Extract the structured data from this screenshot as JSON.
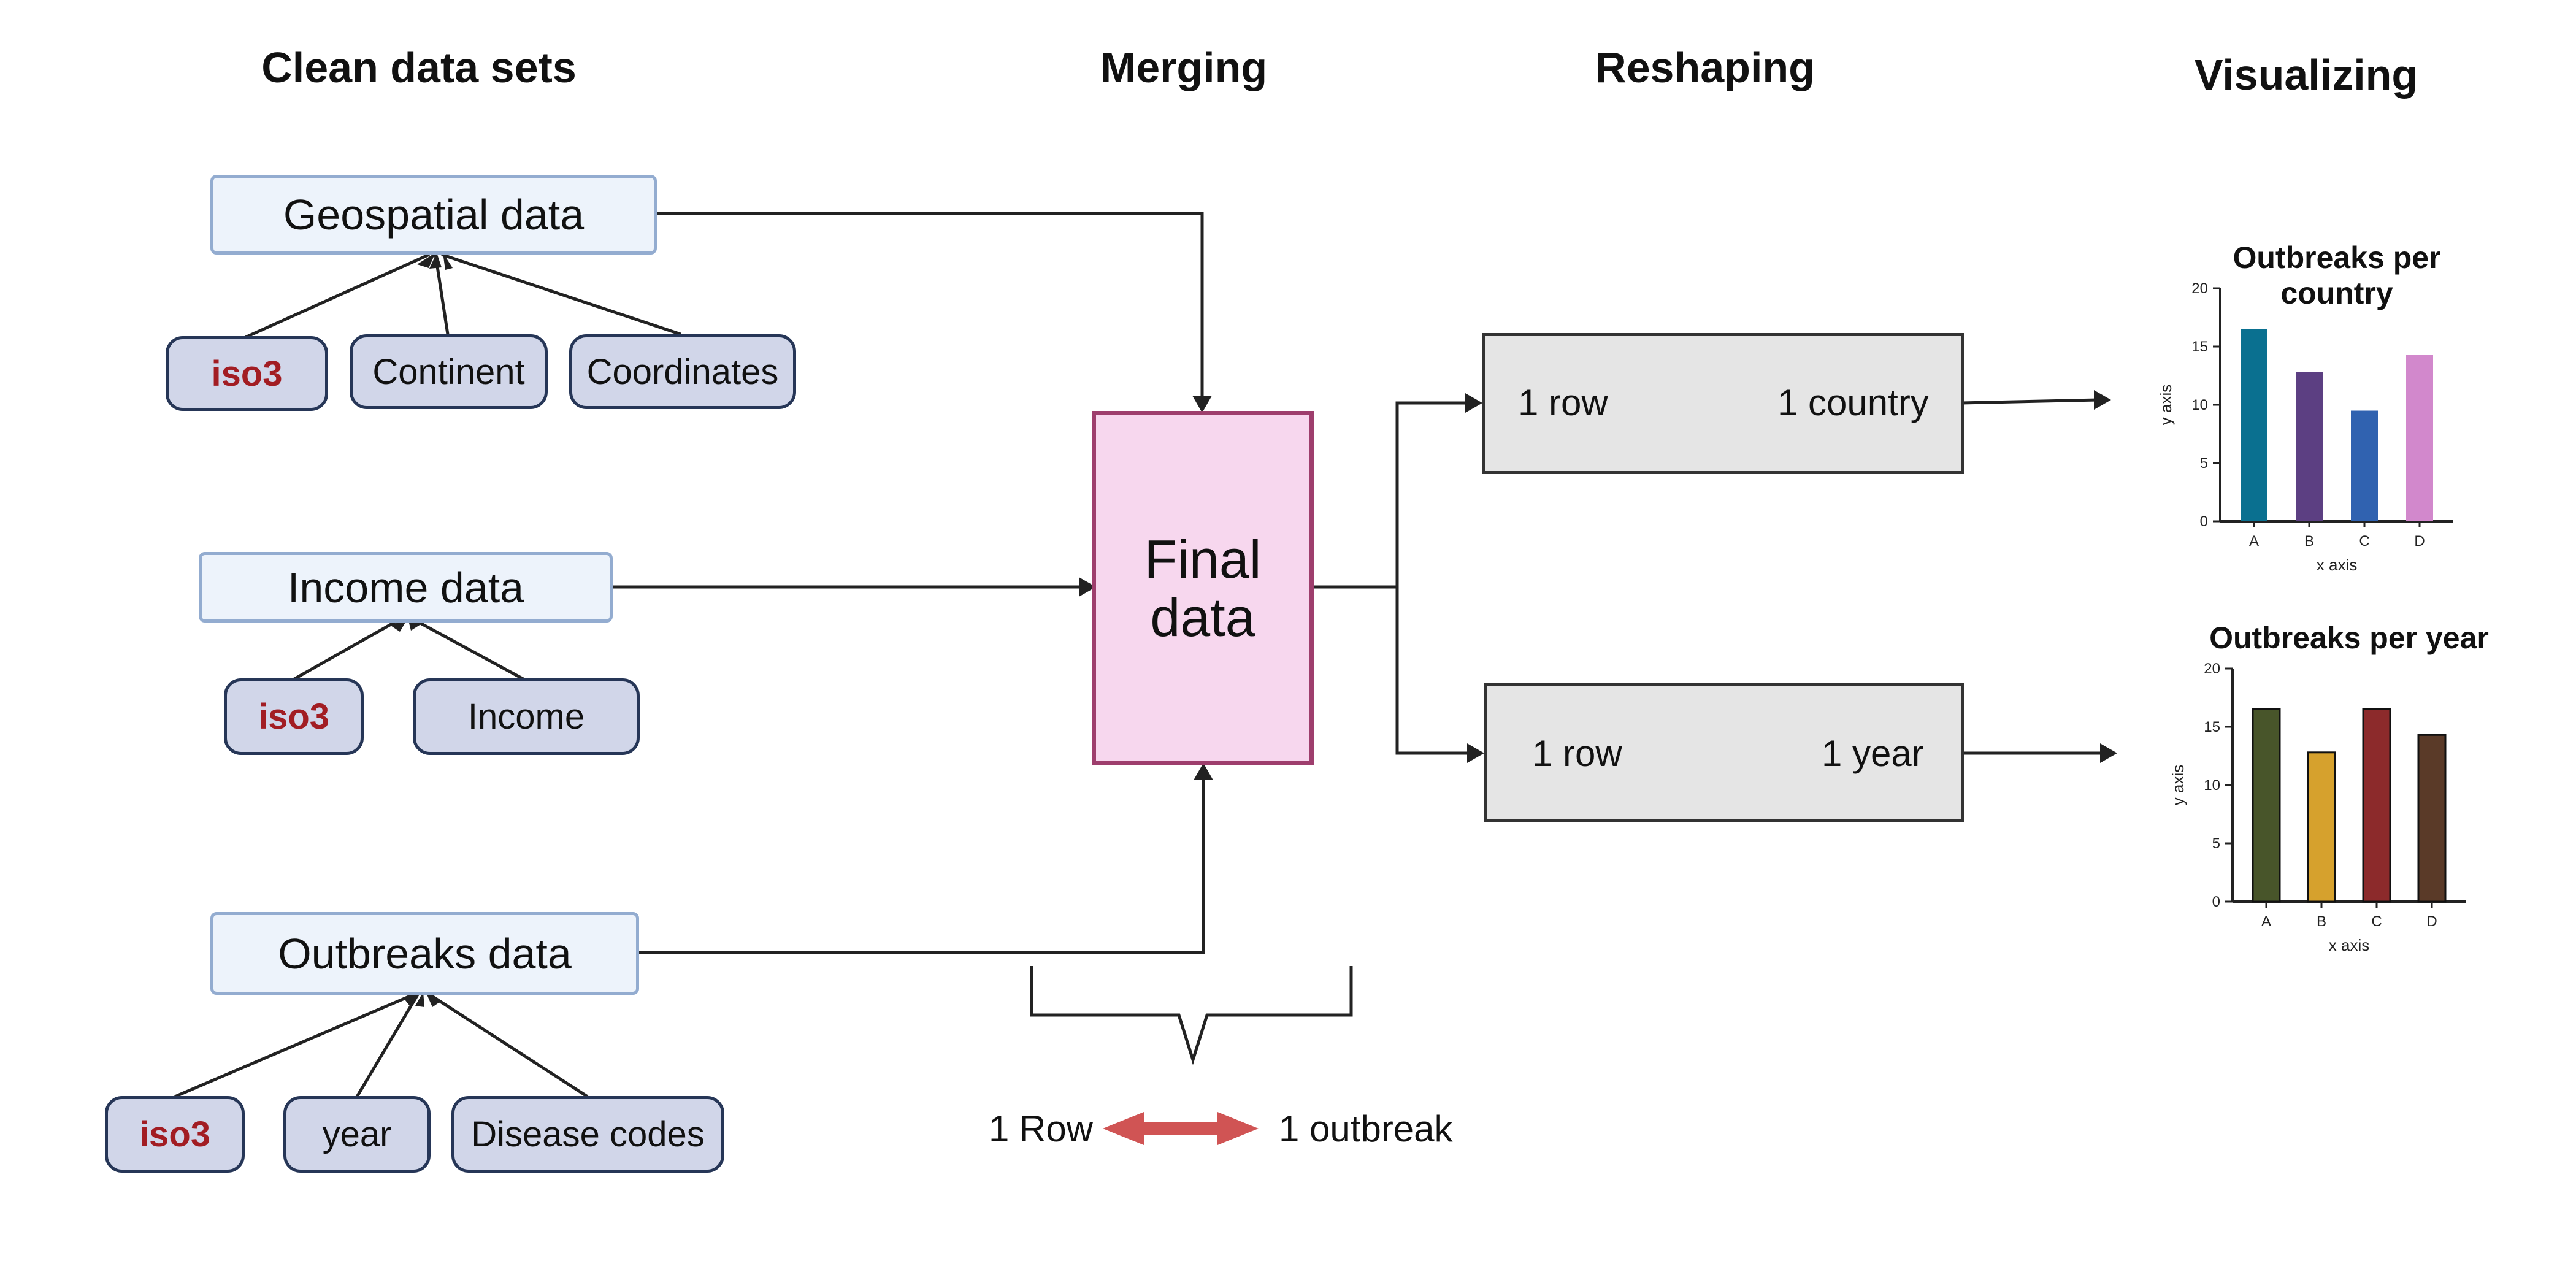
{
  "headings": {
    "clean": "Clean data sets",
    "merging": "Merging",
    "reshaping": "Reshaping",
    "visualizing": "Visualizing"
  },
  "sources": {
    "geospatial": {
      "label": "Geospatial data",
      "attrs": [
        "iso3",
        "Continent",
        "Coordinates"
      ]
    },
    "income": {
      "label": "Income data",
      "attrs": [
        "iso3",
        "Income"
      ]
    },
    "outbreaks": {
      "label": "Outbreaks data",
      "attrs": [
        "iso3",
        "year",
        "Disease codes"
      ]
    }
  },
  "final": {
    "line1": "Final",
    "line2": "data"
  },
  "merge_rule": {
    "left": "1 Row",
    "right": "1 outbreak"
  },
  "reshape": [
    {
      "left": "1 row",
      "right": "1 country"
    },
    {
      "left": "1 row",
      "right": "1 year"
    }
  ],
  "colors": {
    "arrow_red": "#d05454",
    "key_red": "#a21d23"
  },
  "chart_data": [
    {
      "type": "bar",
      "title": "Outbreaks per country",
      "xlabel": "x axis",
      "ylabel": "y axis",
      "categories": [
        "A",
        "B",
        "C",
        "D"
      ],
      "values": [
        16.5,
        12.8,
        9.5,
        14.3
      ],
      "colors": [
        "#0a7090",
        "#5c3f82",
        "#3062b0",
        "#d288cc"
      ],
      "outlined": false,
      "ylim": [
        0,
        20
      ],
      "yticks": [
        0,
        5,
        10,
        15,
        20
      ],
      "grid": false
    },
    {
      "type": "bar",
      "title": "Outbreaks per year",
      "xlabel": "x axis",
      "ylabel": "y axis",
      "categories": [
        "A",
        "B",
        "C",
        "D"
      ],
      "values": [
        16.5,
        12.8,
        16.5,
        14.3
      ],
      "colors": [
        "#48552a",
        "#d6a12d",
        "#8c2a2b",
        "#5a3a28"
      ],
      "outlined": true,
      "ylim": [
        0,
        20
      ],
      "yticks": [
        0,
        5,
        10,
        15,
        20
      ],
      "grid": false
    }
  ]
}
